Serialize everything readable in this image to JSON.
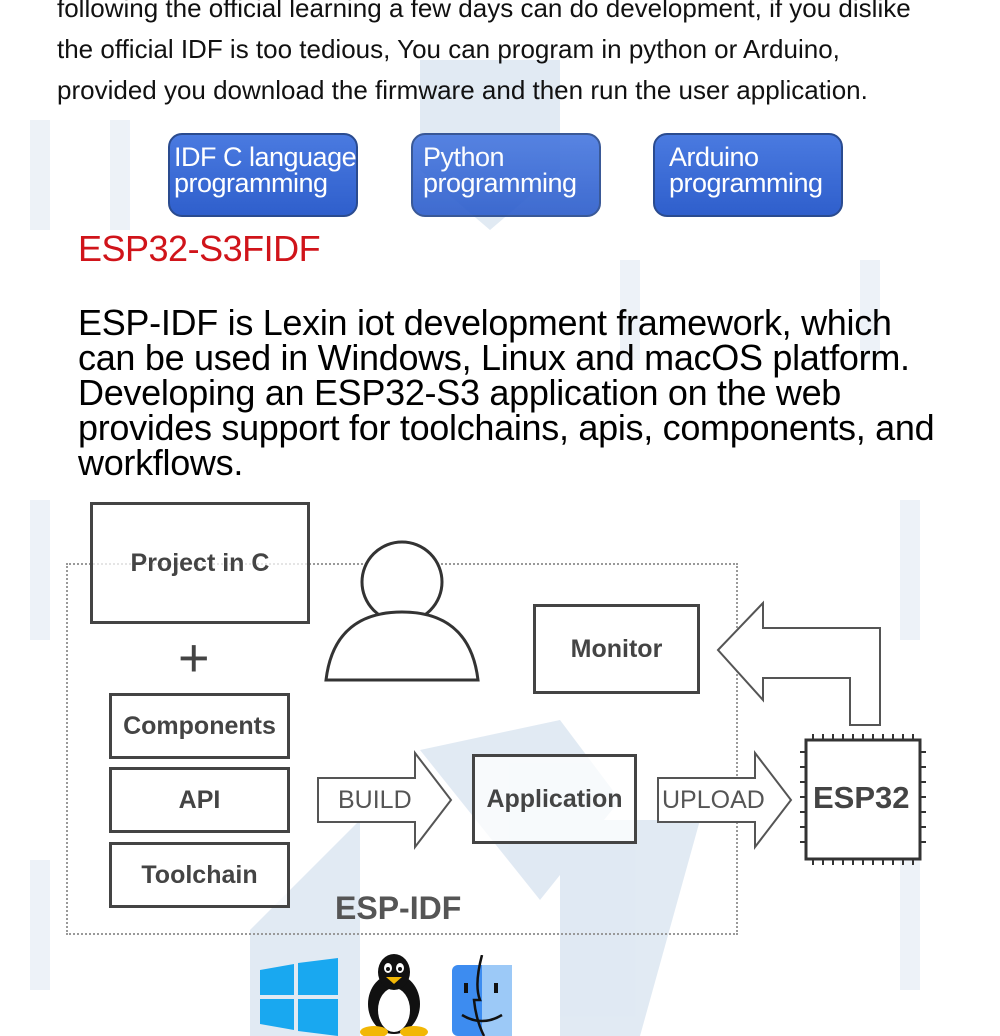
{
  "intro": {
    "lines": [
      "following the official learning a few days can do development, if you dislike",
      "the official IDF is too tedious, You can program in python or Arduino,",
      "provided you download the firmware and then run the user application."
    ]
  },
  "options": [
    {
      "line1": "IDF C language",
      "line2": "programming"
    },
    {
      "line1": "Python",
      "line2": "programming"
    },
    {
      "line1": "Arduino",
      "line2": "programming"
    }
  ],
  "section_title": "ESP32-S3FIDF",
  "description": "ESP-IDF is Lexin iot development framework, which can be used in Windows, Linux and macOS platform. Developing an ESP32-S3 application on the web provides support for toolchains, apis, components, and workflows.",
  "diagram": {
    "project": "Project in C",
    "plus": "+",
    "components": "Components",
    "api": "API",
    "toolchain": "Toolchain",
    "build": "BUILD",
    "application": "Application",
    "upload": "UPLOAD",
    "chip": "ESP32",
    "monitor": "Monitor",
    "framework": "ESP-IDF"
  },
  "os_icons": [
    "windows-icon",
    "linux-icon",
    "macos-icon"
  ],
  "colors": {
    "button_blue": "#3566d4",
    "title_red": "#d0141a",
    "watermark_blue": "#8fb3dc"
  }
}
